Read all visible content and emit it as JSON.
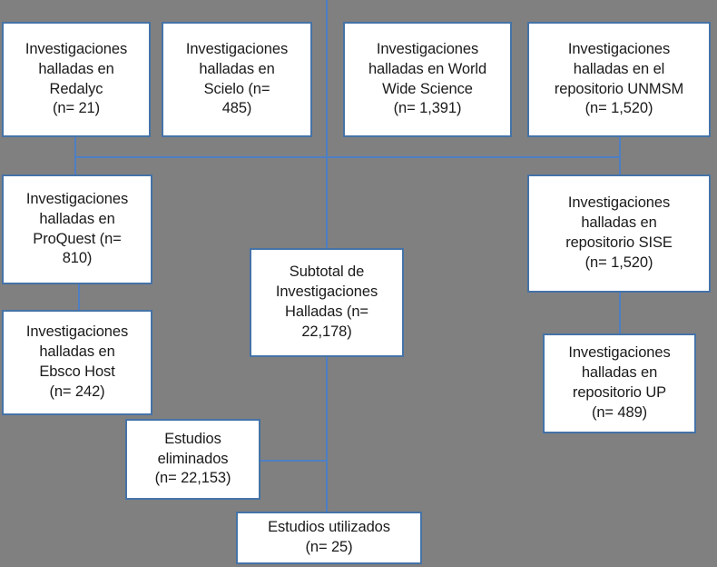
{
  "diagram": {
    "type": "flowchart",
    "title": "Diagrama de flujo de seleccion de investigaciones",
    "background_color": "#808080",
    "box_fill_color": "#ffffff",
    "box_border_color": "#4573a7",
    "connector_color": "#4e7fc4",
    "nodes": [
      {
        "id": "redalyc",
        "label": "Investigaciones\nhalladas en\nRedalyc\n(n= 21)",
        "source": "Redalyc",
        "count": "21"
      },
      {
        "id": "scielo",
        "label": "Investigaciones\nhalladas en\nScielo          (n=\n485)",
        "source": "Scielo",
        "count": "485"
      },
      {
        "id": "world-wide-science",
        "label": "Investigaciones\nhalladas en World\nWide Science\n(n= 1,391)",
        "source": "World Wide Science",
        "count": "1,391"
      },
      {
        "id": "unmsm",
        "label": "Investigaciones\nhalladas en el\nrepositorio UNMSM\n(n= 1,520)",
        "source": "repositorio UNMSM",
        "count": "1,520"
      },
      {
        "id": "proquest",
        "label": "Investigaciones\nhalladas en\nProQuest     (n=\n810)",
        "source": "ProQuest",
        "count": "810"
      },
      {
        "id": "ebsco-host",
        "label": "Investigaciones\nhalladas en\nEbsco Host\n(n= 242)",
        "source": "Ebsco Host",
        "count": "242"
      },
      {
        "id": "sise",
        "label": "Investigaciones\nhalladas en\nrepositorio SISE\n(n= 1,520)",
        "source": "repositorio SISE",
        "count": "1,520"
      },
      {
        "id": "up",
        "label": "Investigaciones\nhalladas en\nrepositorio UP\n(n= 489)",
        "source": "repositorio UP",
        "count": "489"
      },
      {
        "id": "subtotal",
        "label": "Subtotal de\nInvestigaciones\nHalladas        (n=\n22,178)",
        "source": "Subtotal de Investigaciones Halladas",
        "count": "22,178"
      },
      {
        "id": "eliminados",
        "label": "Estudios\neliminados\n(n= 22,153)",
        "source": "Estudios eliminados",
        "count": "22,153"
      },
      {
        "id": "utilizados",
        "label": "Estudios utilizados\n(n= 25)",
        "source": "Estudios utilizados",
        "count": "25"
      }
    ]
  }
}
